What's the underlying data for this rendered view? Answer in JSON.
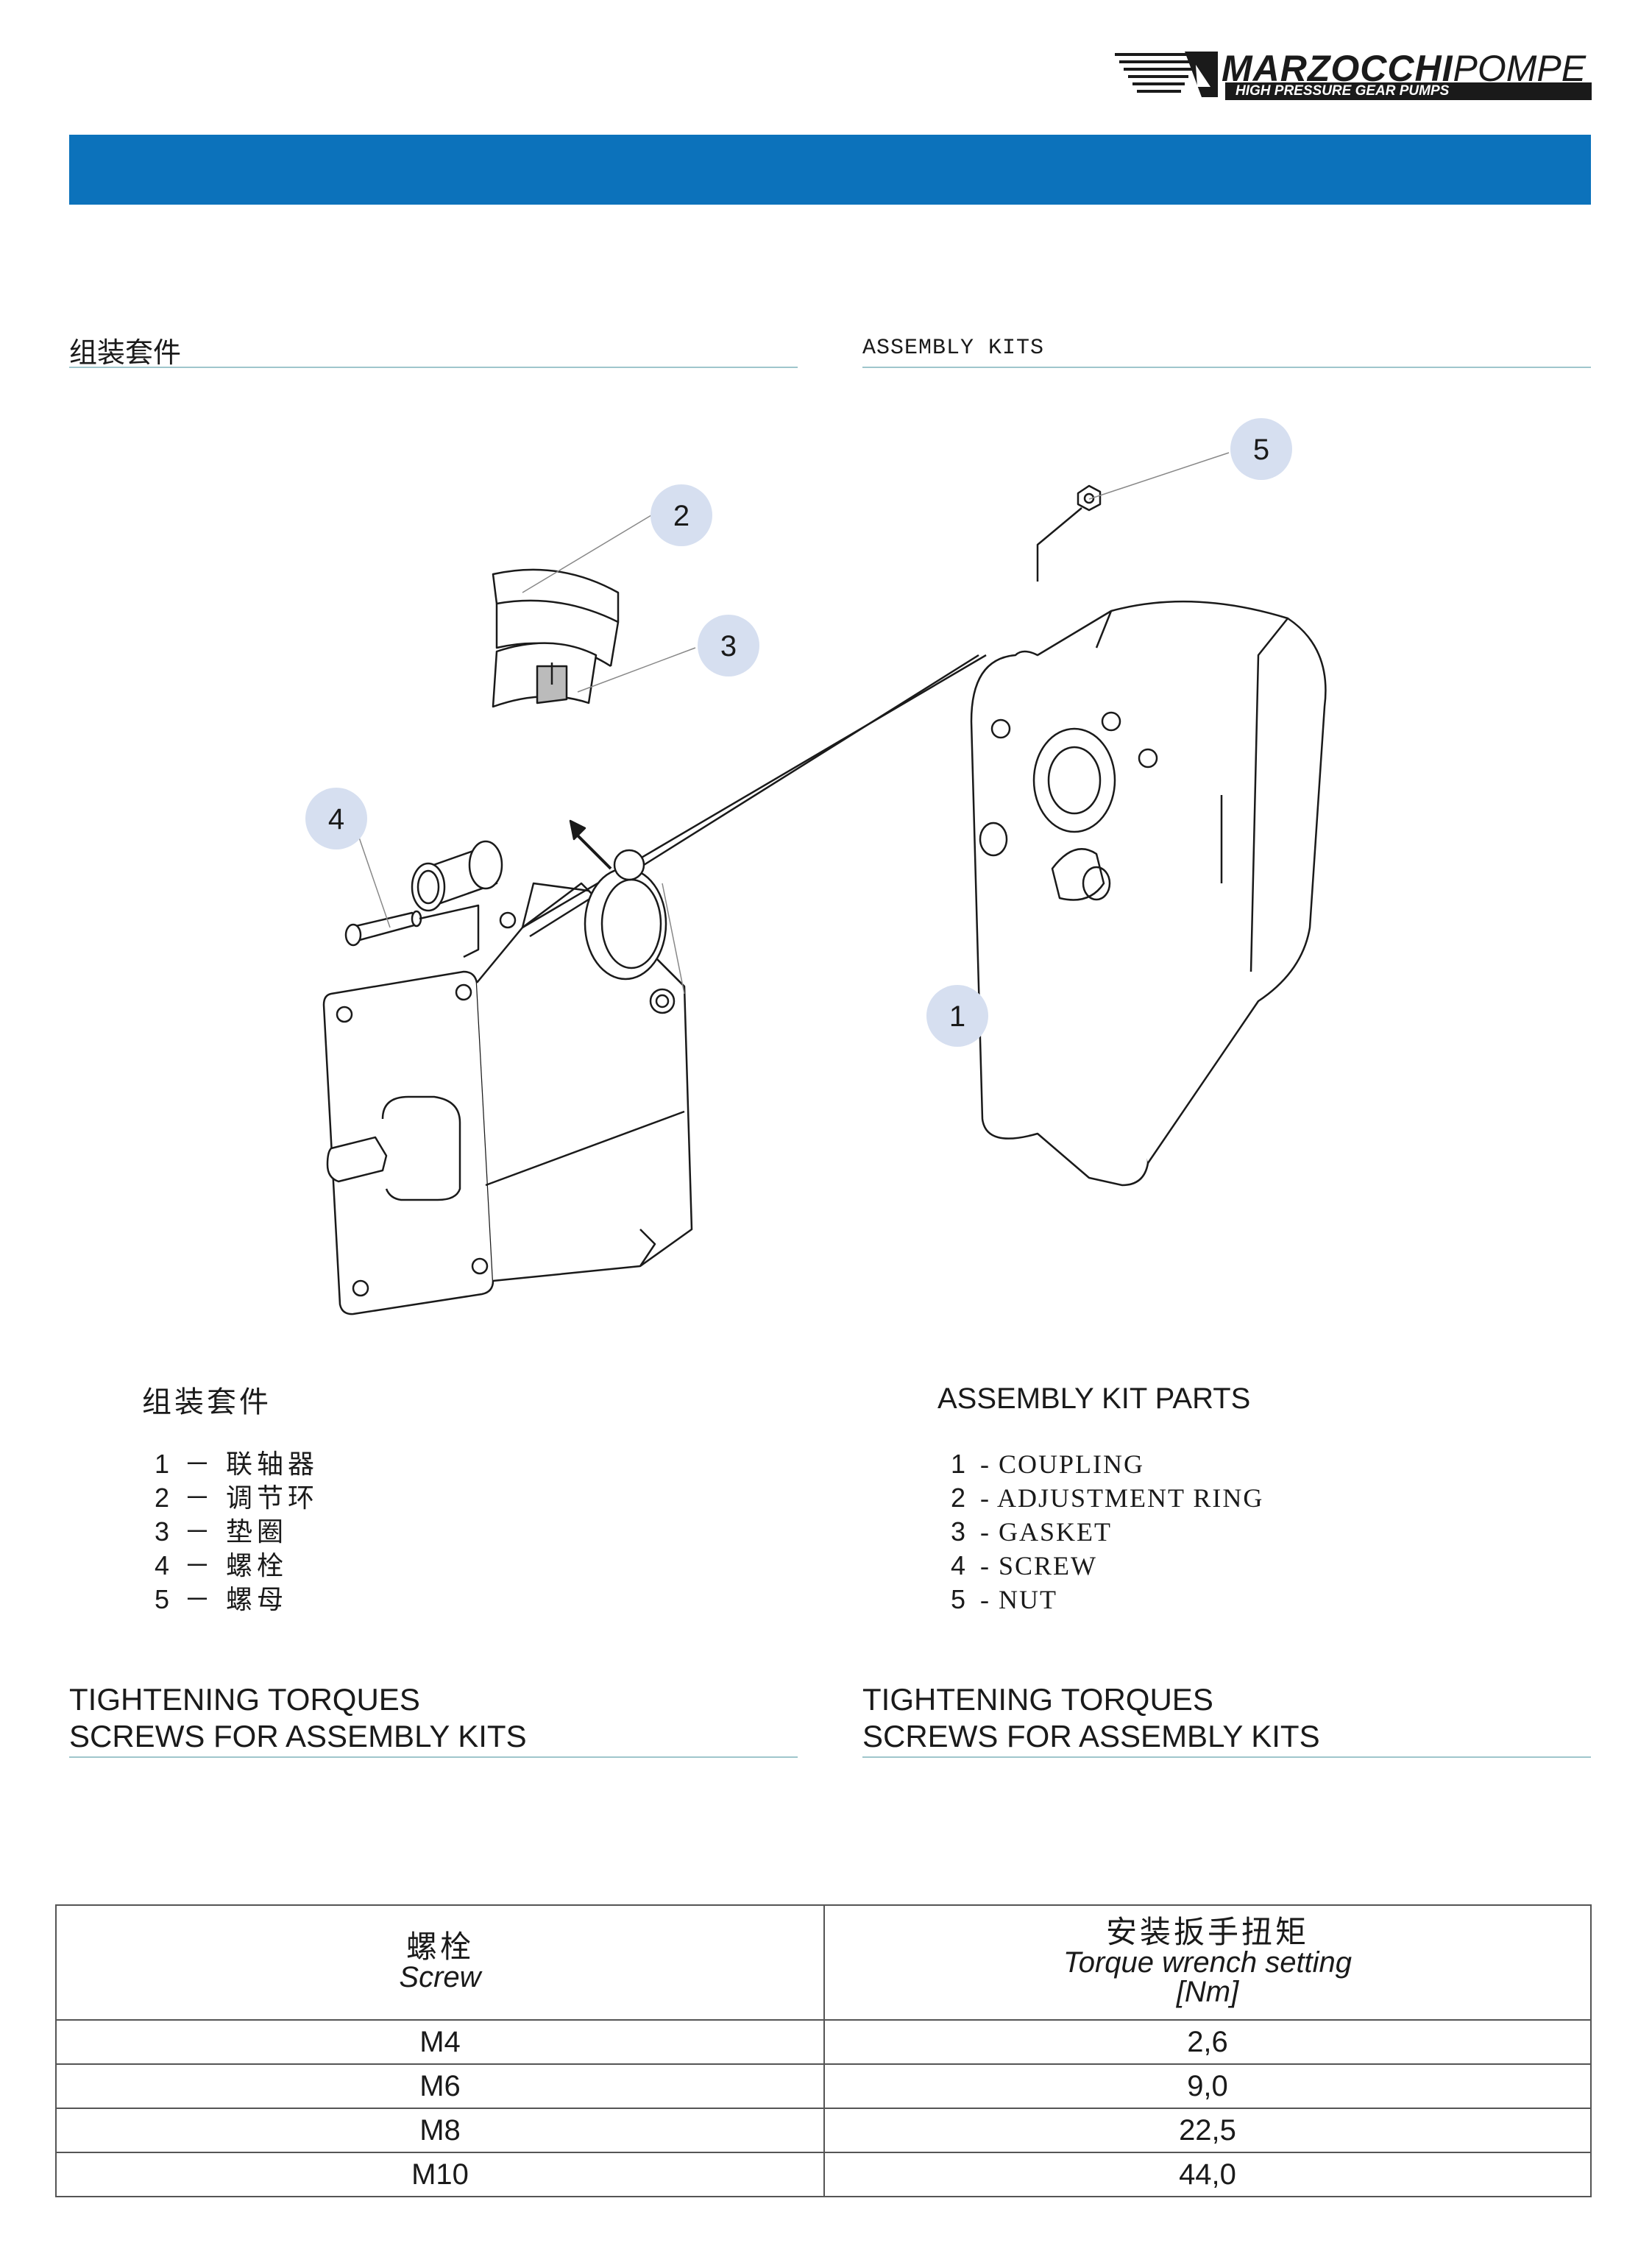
{
  "header": {
    "brand_bold": "MARZOCCHI",
    "brand_thin": "POMPE",
    "tagline": "HIGH PRESSURE GEAR PUMPS",
    "banner_color": "#0c72bb"
  },
  "section1": {
    "title_cn": "组装套件",
    "title_en": "ASSEMBLY KITS"
  },
  "diagram": {
    "callouts": [
      "1",
      "2",
      "3",
      "4",
      "5"
    ]
  },
  "parts_cn": {
    "title": "组装套件",
    "items": [
      {
        "num": "1",
        "label": "－ 联轴器"
      },
      {
        "num": "2",
        "label": "－ 调节环"
      },
      {
        "num": "3",
        "label": "－ 垫圈"
      },
      {
        "num": "4",
        "label": "－ 螺栓"
      },
      {
        "num": "5",
        "label": "－ 螺母"
      }
    ]
  },
  "parts_en": {
    "title": "ASSEMBLY KIT PARTS",
    "items": [
      {
        "num": "1",
        "label": "- COUPLING"
      },
      {
        "num": "2",
        "label": "- ADJUSTMENT RING"
      },
      {
        "num": "3",
        "label": "- GASKET"
      },
      {
        "num": "4",
        "label": "- SCREW"
      },
      {
        "num": "5",
        "label": "- NUT"
      }
    ]
  },
  "torque_left": {
    "line1": "TIGHTENING TORQUES",
    "line2": "SCREWS FOR ASSEMBLY KITS"
  },
  "torque_right": {
    "line1": "TIGHTENING TORQUES",
    "line2": "SCREWS FOR ASSEMBLY KITS"
  },
  "table": {
    "col1_cn": "螺栓",
    "col1_en": "Screw",
    "col2_cn": "安装扳手扭矩",
    "col2_en": "Torque wrench setting",
    "col2_unit": "[Nm]",
    "rows": [
      {
        "screw": "M4",
        "torque": "2,6"
      },
      {
        "screw": "M6",
        "torque": "9,0"
      },
      {
        "screw": "M8",
        "torque": "22,5"
      },
      {
        "screw": "M10",
        "torque": "44,0"
      }
    ]
  }
}
